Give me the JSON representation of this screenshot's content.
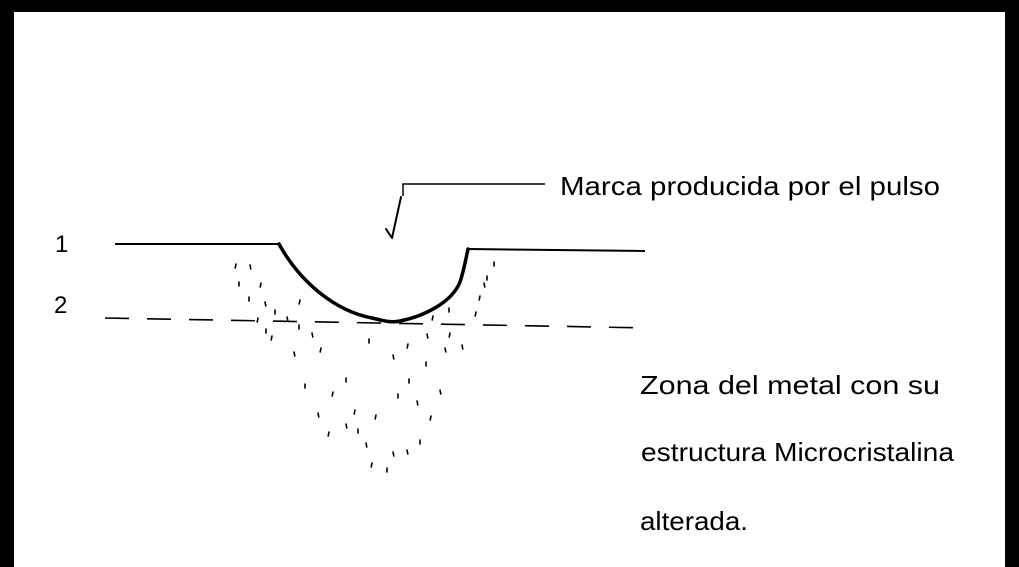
{
  "diagram": {
    "labels": {
      "surface_1": "1",
      "surface_2": "2",
      "pulse_mark": "Marca producida por el pulso",
      "zone_line_1": "Zona del metal con su",
      "zone_line_2": "estructura Microcristalina",
      "zone_line_3": "alterada."
    },
    "colors": {
      "ink": "#000000",
      "background": "#ffffff"
    }
  }
}
